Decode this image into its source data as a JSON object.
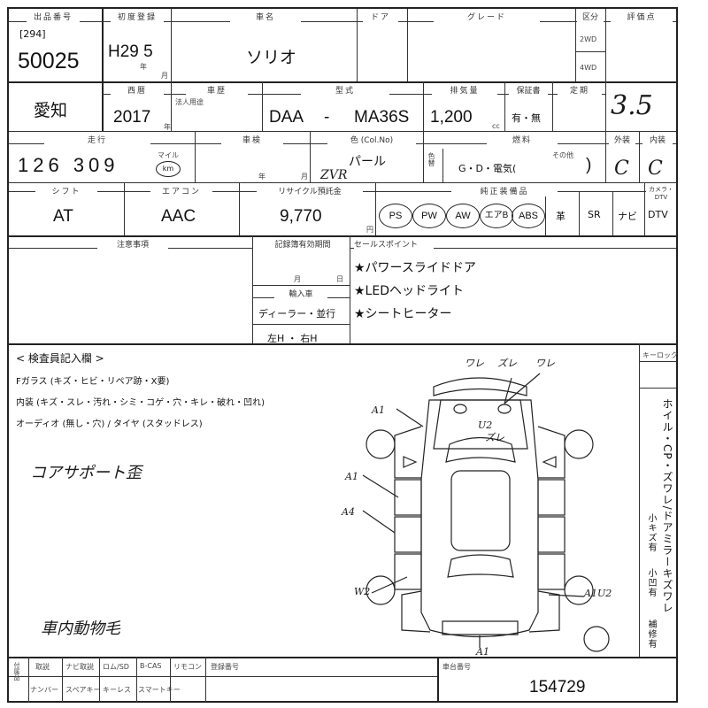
{
  "header": {
    "lot_label": "出品番号",
    "lot_bracket": "[294]",
    "lot_number": "50025",
    "reg_label": "初度登録",
    "reg_value": "H29 5",
    "model_label": "車名",
    "model_value": "ソリオ",
    "door_label": "ドア",
    "grade_label": "グレード",
    "drive_label": "区分",
    "drive_2wd": "2WD",
    "drive_4wd": "4WD",
    "score_label": "評価点",
    "score_value": "3.5"
  },
  "row2": {
    "area_value": "愛知",
    "year_label": "西暦",
    "year_value": "2017",
    "shaken_label": "車歴",
    "shaken_sub": "法人用途",
    "type_label": "型式",
    "type_prefix": "DAA",
    "type_dash": "-",
    "type_value": "MA36S",
    "cc_label": "排気量",
    "cc_value": "1,200",
    "cc_unit": "cc",
    "warranty_label": "保証書",
    "warranty_value": "有・無",
    "recall_label": "定期",
    "year_unit": "年"
  },
  "row3": {
    "mileage_label": "走行",
    "mileage_value": "126 309",
    "mile_badge": "km",
    "mile_label": "マイル",
    "inspection_label": "車検",
    "year_unit": "年",
    "month_unit": "月",
    "color_label": "色 (Col.No)",
    "color_value": "パール",
    "color_code": "ZVR",
    "color_change_label": "色替",
    "fuel_label": "燃料",
    "fuel_value": "G・D・電気(",
    "fuel_other": "その他",
    "fuel_close": ")",
    "ext_label": "外装",
    "int_label": "内装",
    "ext_value": "C",
    "int_value": "C"
  },
  "row4": {
    "shift_label": "シフト",
    "shift_value": "AT",
    "ac_label": "エアコン",
    "ac_value": "AAC",
    "recycle_label": "リサイクル預託金",
    "recycle_value": "9,770",
    "recycle_unit": "円",
    "equip_label": "純正装備品",
    "equip_items": [
      "PS",
      "PW",
      "AW",
      "エアB",
      "ABS"
    ],
    "leather": "革",
    "sr": "SR",
    "navi": "ナビ",
    "dtv": "DTV",
    "dtv_label": "カメラ・DTV"
  },
  "notes": {
    "caution_label": "注意事項",
    "storage_label": "記録簿有効期間",
    "month_label": "月",
    "day_label": "日",
    "import_label": "輸入車",
    "dealer_value": "ディーラー・並行",
    "handle_value": "左H ・ 右H",
    "sales_label": "セールスポイント",
    "sales_points": [
      "★パワースライドドア",
      "★LEDヘッドライト",
      "★シートヒーター"
    ]
  },
  "inspector": {
    "title": "< 検査員記入欄 >",
    "glass_line": "Fガラス (キズ・ヒビ・リペア跡・X要)",
    "interior_line": "内装 (キズ・スレ・汚れ・シミ・コゲ・穴・キレ・破れ・凹れ)",
    "audio_line": "オーディオ (無し・穴) / タイヤ (スタッドレス)",
    "handwritten_1": "コアサポート歪",
    "handwritten_2": "車内動物毛"
  },
  "diagram": {
    "marks": [
      "ワレ",
      "ズレ",
      "ワレ",
      "U2",
      "ズレ",
      "A1",
      "A1",
      "A4",
      "W2",
      "A1U2",
      "A1"
    ],
    "side_label": "ホイル・CP・ズワレ/ドアミラーキズワレ",
    "side_sub1": "小キズ有",
    "side_sub2": "小凹有",
    "side_sub3": "補修有",
    "keylock_label": "キーロック"
  },
  "footer": {
    "top_items": [
      "取説",
      "ナビ取説",
      "ロム/SD",
      "B-CAS",
      "リモコン"
    ],
    "bottom_items": [
      "ナンバー",
      "スペアキー",
      "キーレス",
      "スマートキー"
    ],
    "reg_no_label": "登録番号",
    "chassis_label": "車台番号",
    "chassis_value": "154729"
  }
}
